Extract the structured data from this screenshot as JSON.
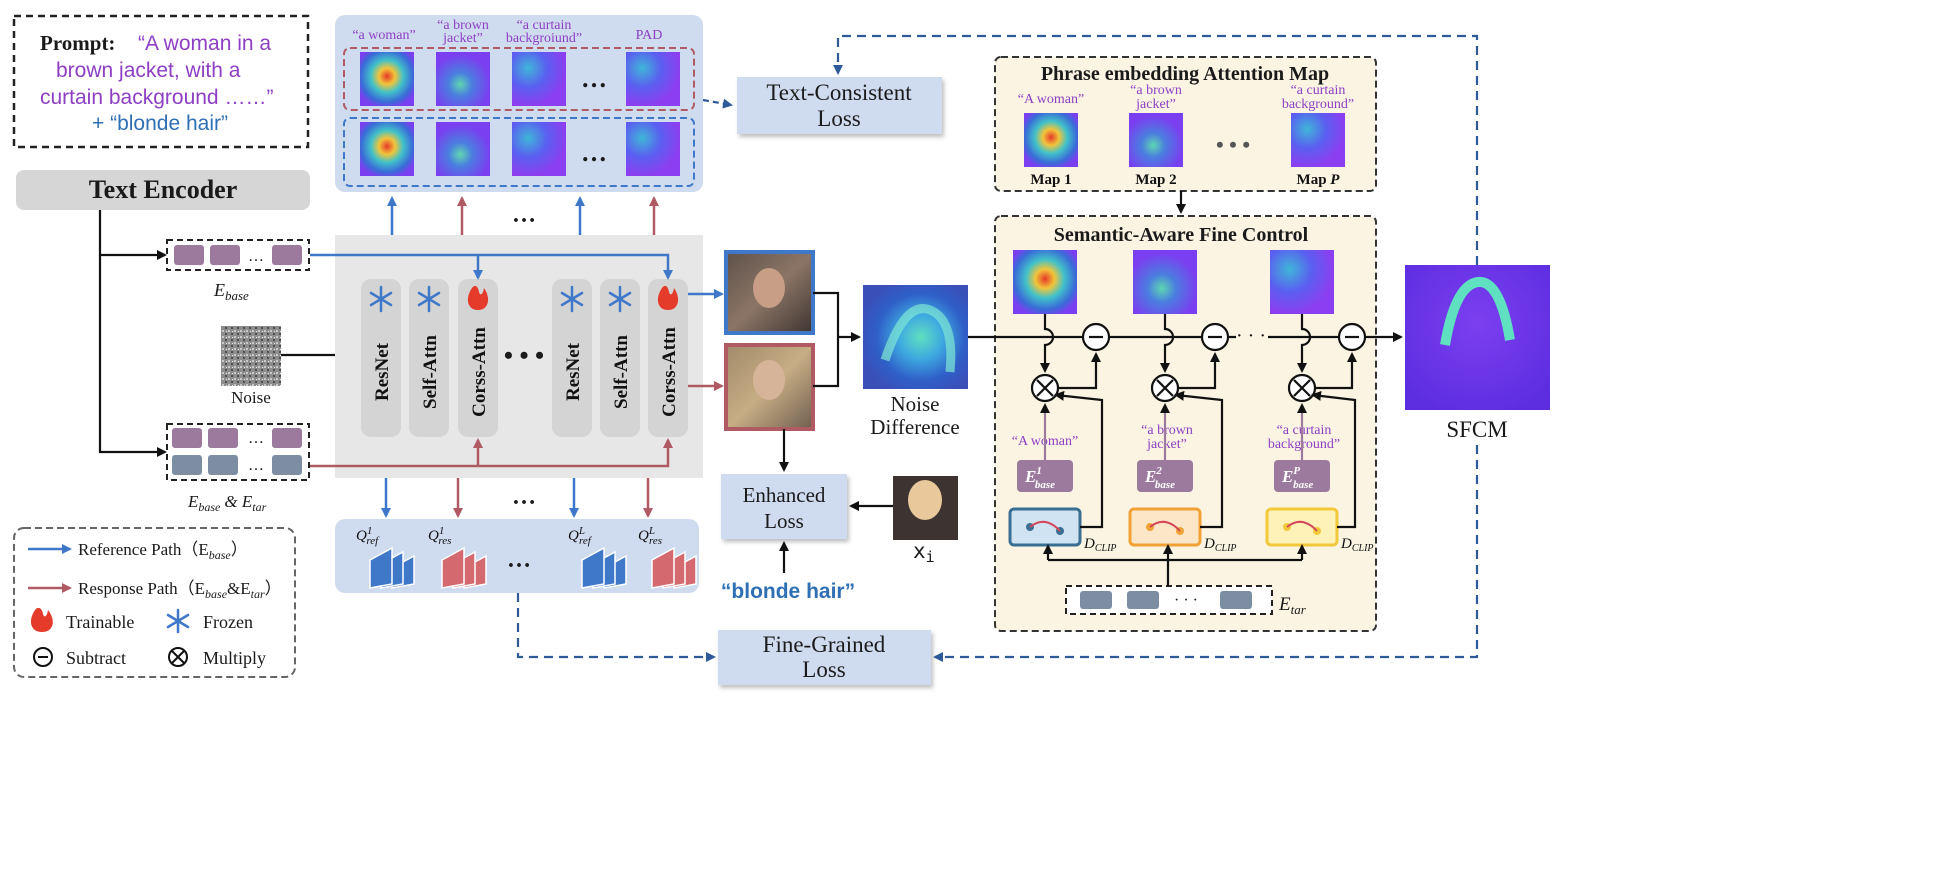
{
  "colors": {
    "reference": "#3f78c8",
    "response": "#b05a63",
    "dashed_blue": "#2f5a9a",
    "loss_box": "#cfdcf0",
    "panel": "#fbf4e2",
    "prompt_purple": "#8e3fc4",
    "prompt_blue": "#2f6fb4",
    "block_gray": "#d9d9d9",
    "embed_purple": "#9b7a9e",
    "embed_gray": "#7d8ea3"
  },
  "prompt": {
    "label": "Prompt:",
    "line1": "“A woman in a",
    "line2": "brown jacket, with a",
    "line3": "curtain background ……”",
    "line4": "+ “blonde hair”"
  },
  "text_encoder": {
    "label": "Text Encoder"
  },
  "embeddings": {
    "e_base": "E",
    "e_base_sub": "base",
    "e_pair_a": "E",
    "e_pair_a_sub": "base",
    "e_pair_mid": "& E",
    "e_pair_b_sub": "tar",
    "dots": "…"
  },
  "noise": {
    "label": "Noise"
  },
  "unet": {
    "blocks": [
      "ResNet",
      "Self-Attn",
      "Corss-Attn",
      "ResNet",
      "Self-Attn",
      "Corss-Attn"
    ],
    "block_icons": [
      "snowflake-icon",
      "snowflake-icon",
      "flame-icon",
      "snowflake-icon",
      "snowflake-icon",
      "flame-icon"
    ],
    "ellipsis": "• • •"
  },
  "attention_maps": {
    "labels": [
      "“a woman”",
      "“a brown jacket”",
      "“a curtain backgroiund”",
      "PAD"
    ],
    "label_lines": [
      [
        "“a woman”"
      ],
      [
        "“a brown",
        "jacket”"
      ],
      [
        "“a curtain",
        "backgroiund”"
      ],
      [
        "PAD"
      ]
    ],
    "ellipsis": "…",
    "mid_ellipsis": "…"
  },
  "queries": {
    "items": [
      {
        "q": "Q",
        "sup": "1",
        "sub": "ref"
      },
      {
        "q": "Q",
        "sup": "1",
        "sub": "res"
      },
      {
        "q": "Q",
        "sup": "L",
        "sub": "ref"
      },
      {
        "q": "Q",
        "sup": "L",
        "sub": "res"
      }
    ],
    "ellipsis": "…"
  },
  "losses": {
    "text_consistent": [
      "Text-Consistent",
      "Loss"
    ],
    "enhanced": [
      "Enhanced",
      "Loss"
    ],
    "fine_grained": [
      "Fine-Grained",
      "Loss"
    ]
  },
  "blonde_hair": "“blonde hair”",
  "x_i": "x",
  "x_i_sub": "i",
  "noise_difference": [
    "Noise",
    "Difference"
  ],
  "phrase_panel": {
    "title": "Phrase embedding Attention Map",
    "phrases": [
      [
        "“A woman”"
      ],
      [
        "“a brown",
        "jacket”"
      ],
      [
        "“a curtain",
        "background”"
      ]
    ],
    "maps": [
      "Map 1",
      "Map 2",
      "Map "
    ],
    "map_p": "P",
    "dots": "• • •"
  },
  "sfc_panel": {
    "title": "Semantic-Aware Fine Control",
    "phrases": [
      [
        "“A woman”"
      ],
      [
        "“a brown",
        "jacket”"
      ],
      [
        "“a curtain",
        "background”"
      ]
    ],
    "emb_sup": [
      "1",
      "2",
      "P"
    ],
    "emb_main": "E",
    "emb_sub": "base",
    "dclip": "D",
    "dclip_sub": "CLIP",
    "dots": "· · ·",
    "e_tar": "E",
    "e_tar_sub": "tar",
    "tar_dots": "· · ·",
    "minus": "−",
    "times": "×"
  },
  "sfcm": {
    "label": "SFCM"
  },
  "legend": {
    "reference": "Reference Path（E",
    "reference_sub": "base",
    "reference_end": "）",
    "response": "Response Path（E",
    "response_sub": "base",
    "response_mid": "&E",
    "response_sub2": "tar",
    "response_end": "）",
    "trainable": "Trainable",
    "frozen": "Frozen",
    "subtract": "Subtract",
    "multiply": "Multiply"
  }
}
